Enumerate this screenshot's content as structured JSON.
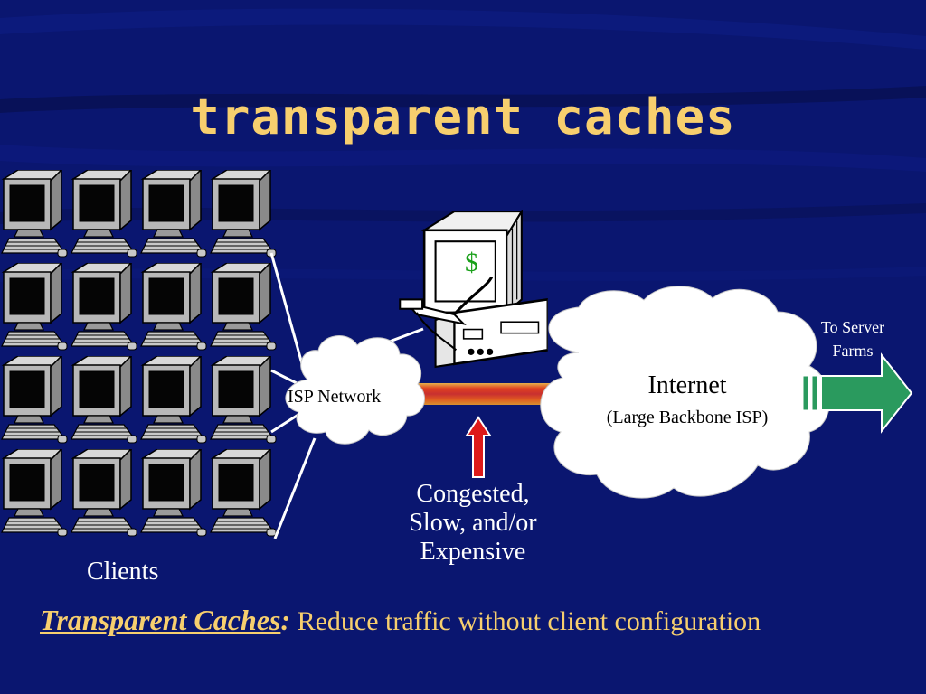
{
  "slide": {
    "title": "transparent caches",
    "clients_label": "Clients",
    "isp_label": "ISP Network",
    "internet": {
      "title": "Internet",
      "subtitle": "(Large Backbone ISP)"
    },
    "server_label_lines": [
      "To Server",
      "Farms"
    ],
    "link_note_lines": [
      "Congested,",
      "Slow, and/or",
      "Expensive"
    ],
    "cache_symbol": "$",
    "bottom": {
      "term": "Transparent Caches",
      "colon": ":",
      "description": " Reduce traffic without client configuration"
    }
  },
  "colors": {
    "background": "#0a1670",
    "accent_yellow": "#f7cf6e",
    "cloud_fill": "#ffffff",
    "arrow_green": "#2a9a5e",
    "arrow_red": "#dd1a1a"
  },
  "icons": {
    "clients": "desktop-computer-icon",
    "cache": "cache-server-icon"
  },
  "client_grid": {
    "rows": 4,
    "cols": 4
  }
}
